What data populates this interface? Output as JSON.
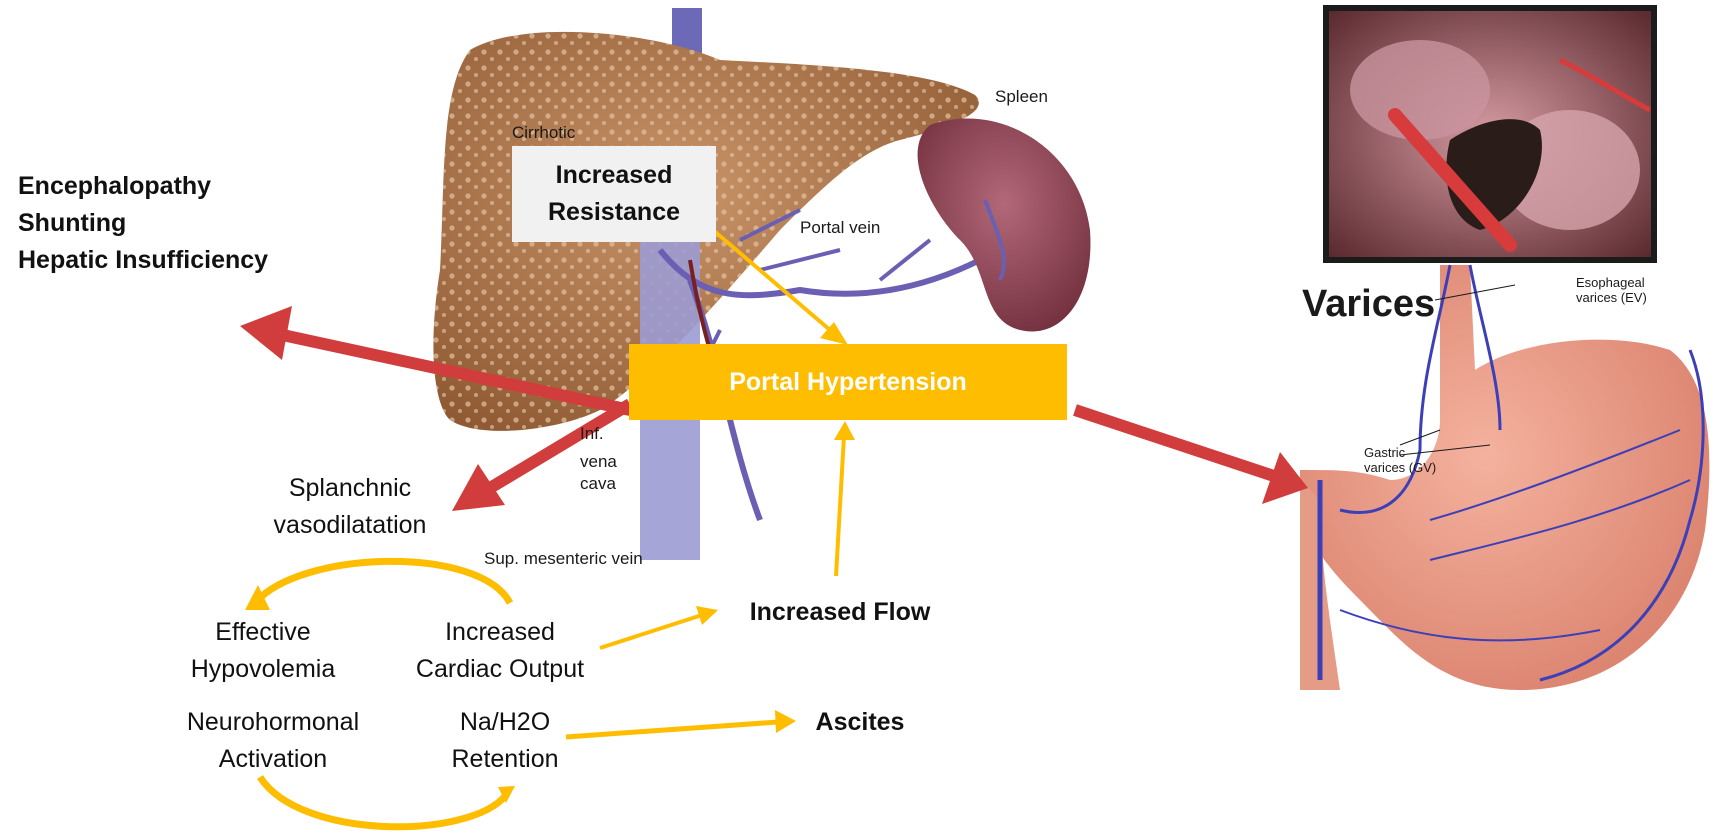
{
  "left_list": [
    "Encephalopathy",
    "Shunting",
    "Hepatic Insufficiency"
  ],
  "anatomy": {
    "cirrhotic": "Cirrhotic",
    "spleen": "Spleen",
    "portal_vein": "Portal vein",
    "inf_vena_cava_1": "Inf.",
    "inf_vena_cava_2": "vena",
    "inf_vena_cava_3": "cava",
    "sup_mesenteric": "Sup. mesenteric vein"
  },
  "increased_resistance": [
    "Increased",
    "Resistance"
  ],
  "portal_hypertension": "Portal Hypertension",
  "splanchnic": [
    "Splanchnic",
    "vasodilatation"
  ],
  "effective_hypovolemia": [
    "Effective",
    "Hypovolemia"
  ],
  "increased_cardiac_output": [
    "Increased",
    "Cardiac Output"
  ],
  "neurohormonal_activation": [
    "Neurohormonal",
    "Activation"
  ],
  "na_h2o_retention": [
    "Na/H2O",
    "Retention"
  ],
  "increased_flow": "Increased Flow",
  "ascites": "Ascites",
  "varices": "Varices",
  "esophageal_varices": [
    "Esophageal",
    "varices (EV)"
  ],
  "gastric_varices": [
    "Gastric",
    "varices (GV)"
  ],
  "colors": {
    "arrow_red": "#d13c3c",
    "arrow_gold": "#ffbd00",
    "ph_box": "#ffbd00"
  }
}
